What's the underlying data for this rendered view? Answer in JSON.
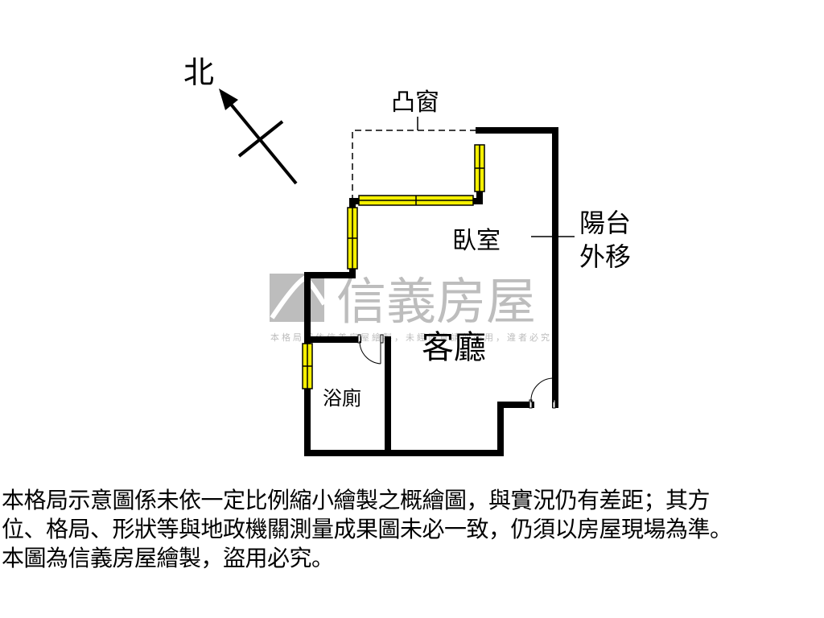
{
  "plan": {
    "north_label": "北",
    "bay_window_label": "凸窗",
    "bedroom_label": "臥室",
    "balcony_note_line1": "陽台",
    "balcony_note_line2": "外移",
    "living_room_label": "客廳",
    "bathroom_label": "浴廁",
    "wall_color": "#000000",
    "window_color": "#f5f000"
  },
  "watermark": {
    "brand": "信義房屋",
    "notice": "本格局圖依信義房屋繪製，未經同意請勿盜用，違者必究",
    "color": "#bdbdbd"
  },
  "disclaimer": {
    "line1": "本格局示意圖係未依一定比例縮小繪製之概繪圖，與實況仍有差距；其方",
    "line2": "位、格局、形狀等與地政機關測量成果圖未必一致，仍須以房屋現場為準。",
    "line3": "本圖為信義房屋繪製，盜用必究。"
  }
}
